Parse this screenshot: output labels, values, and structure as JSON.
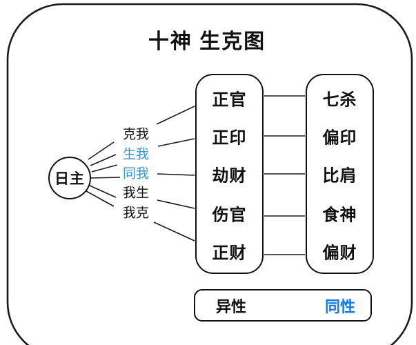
{
  "title": "十神 生克图",
  "day_master": {
    "label": "日主"
  },
  "relations": [
    {
      "label": "克我",
      "emphasis": "black"
    },
    {
      "label": "生我",
      "emphasis": "blue"
    },
    {
      "label": "同我",
      "emphasis": "blue"
    },
    {
      "label": "我生",
      "emphasis": "black"
    },
    {
      "label": "我克",
      "emphasis": "black"
    }
  ],
  "columns": {
    "middle": {
      "items": [
        "正官",
        "正印",
        "劫财",
        "伤官",
        "正财"
      ]
    },
    "right": {
      "items": [
        "七杀",
        "偏印",
        "比肩",
        "食神",
        "偏财"
      ]
    }
  },
  "legend": {
    "opposite": "异性",
    "same": "同性"
  },
  "colors": {
    "outline": "#1a1a1a",
    "text": "#111111",
    "relation_blue": "#3496d0",
    "legend_blue": "#1478e6",
    "background": "#ffffff"
  }
}
